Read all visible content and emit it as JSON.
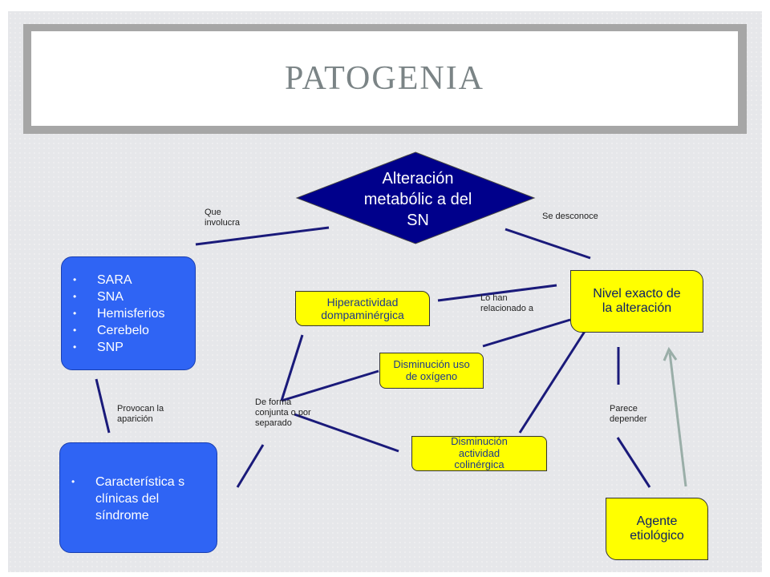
{
  "title": "PATOGENIA",
  "diamond": {
    "text": "Alteración metabólic a del SN",
    "fill": "#00008b"
  },
  "blue_box_top": {
    "items": [
      "SARA",
      "SNA",
      "Hemisferios",
      "Cerebelo",
      "SNP"
    ]
  },
  "blue_box_bottom": {
    "items": [
      "Característica s clínicas del síndrome"
    ]
  },
  "nodes": {
    "hiperactividad": "Hiperactividad dompaminérgica",
    "nivel": "Nivel exacto de la alteración",
    "disminucion_oxigeno": "Disminución uso de oxígeno",
    "disminucion_colinergica": "Disminución actividad colinérgica",
    "agente": "Agente etiológico"
  },
  "edge_labels": {
    "que_involucra": "Que involucra",
    "se_desconoce": "Se desconoce",
    "lo_han_relacionado": "Lo han relacionado a",
    "provocan": "Provocan la aparición",
    "de_forma_conjunta": "De forma conjunta o por separado",
    "parece_depender": "Parece depender"
  },
  "colors": {
    "blue_box": "#2f64f4",
    "yellow_box": "#ffff00",
    "line": "#1a1a7a",
    "arrow": "#9aaea8"
  }
}
